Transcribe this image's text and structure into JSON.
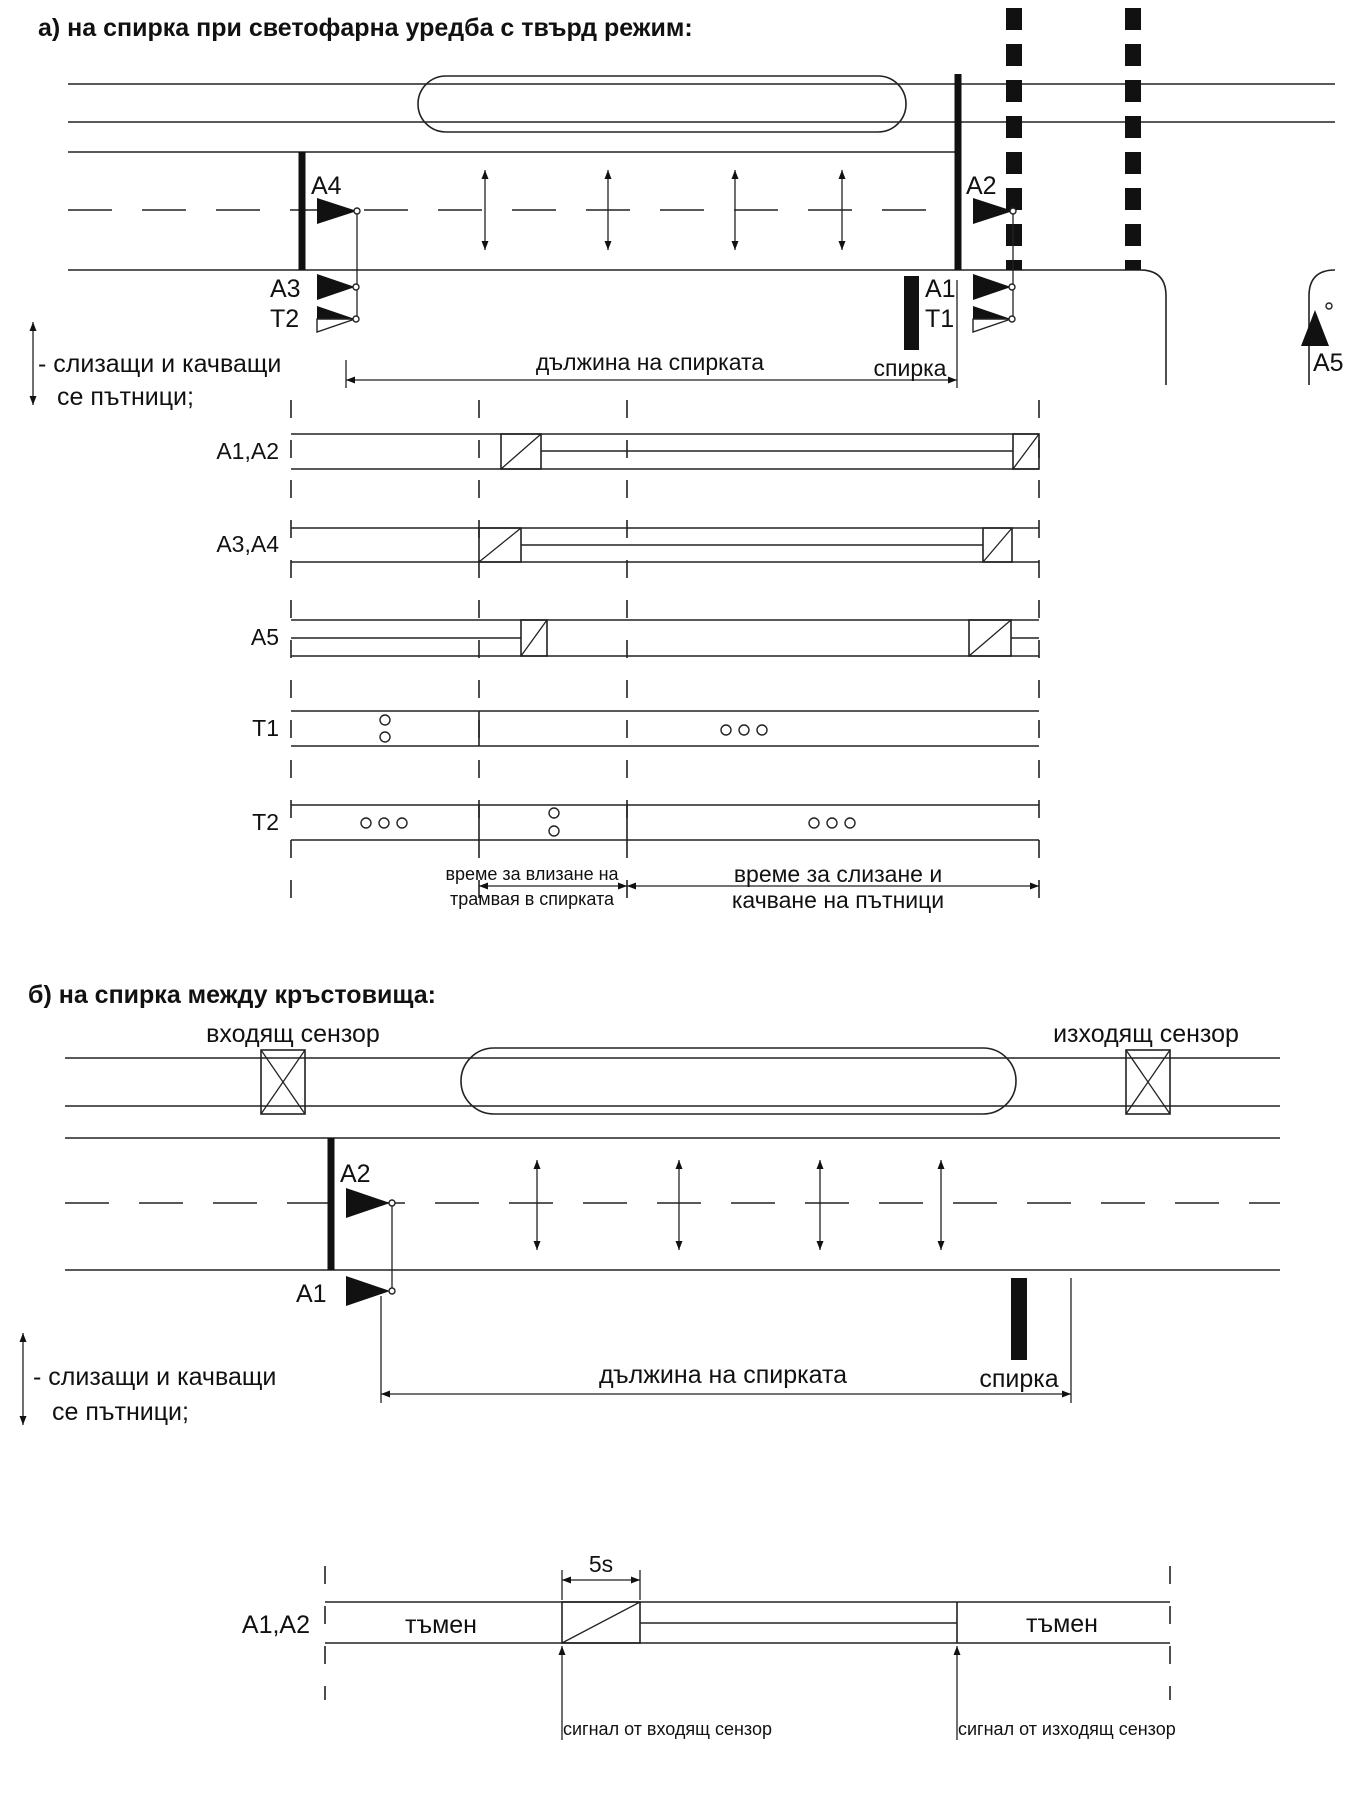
{
  "section_a": {
    "title": "а) на спирка при светофарна уредба с твърд режим:",
    "signals": {
      "a4": "A4",
      "a3": "A3",
      "t2": "T2",
      "a2": "A2",
      "a1": "A1",
      "t1": "T1",
      "a5": "A5"
    },
    "legend_line1": "- слизащи и качващи",
    "legend_line2": "се пътници;",
    "stop_length_label": "дължина на спирката",
    "stop_label": "спирка",
    "timing_rows": [
      "A1,A2",
      "A3,A4",
      "A5",
      "T1",
      "T2"
    ],
    "time_entry_line1": "време за влизане на",
    "time_entry_line2": "трамвая в спирката",
    "time_boarding_line1": "време за слизане и",
    "time_boarding_line2": "качване на пътници"
  },
  "section_b": {
    "title": "б) на спирка между кръстовища:",
    "incoming_sensor": "входящ сензор",
    "outgoing_sensor": "изходящ сензор",
    "signals": {
      "a2": "A2",
      "a1": "A1"
    },
    "legend_line1": "- слизащи и качващи",
    "legend_line2": "се пътници;",
    "stop_length_label": "дължина на спирката",
    "stop_label": "спирка",
    "timing_row": "A1,A2",
    "dark_left": "тъмен",
    "dark_right": "тъмен",
    "five_seconds": "5s",
    "incoming_signal": "сигнал от входящ сензор",
    "outgoing_signal": "сигнал от изходящ сензор"
  }
}
